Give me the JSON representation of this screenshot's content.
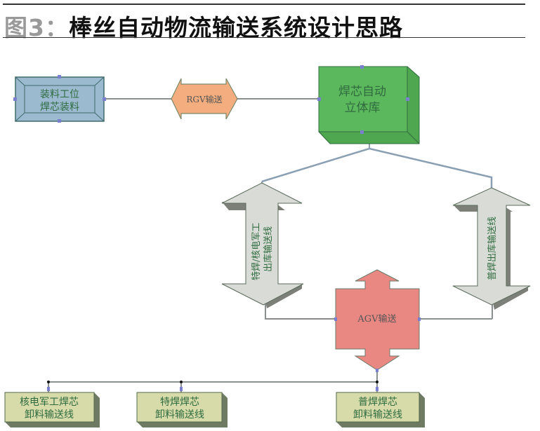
{
  "header": {
    "figure_label": "图3：",
    "title": "棒丝自动物流输送系统设计思路"
  },
  "nodes": {
    "loading_station": {
      "line1": "装料工位",
      "line2": "焊芯装料",
      "color": "#9bbad0"
    },
    "rgv": {
      "label": "RGV输送",
      "color": "#f3ad7e"
    },
    "warehouse": {
      "line1": "焊芯自动",
      "line2": "立体库",
      "color": "#5cb85c"
    },
    "left_conveyor": {
      "line1": "特焊/核电军工",
      "line2": "出库输送线",
      "color": "#d9dcd6"
    },
    "right_conveyor": {
      "label": "普焊出库输送线",
      "color": "#d9dcd6"
    },
    "agv": {
      "label": "AGV输送",
      "color": "#e98882"
    },
    "unload_nuclear": {
      "line1": "核电军工焊芯",
      "line2": "卸料输送线",
      "color": "#d6dba9"
    },
    "unload_special": {
      "line1": "特焊焊芯",
      "line2": "卸料输送线",
      "color": "#d6dba9"
    },
    "unload_general": {
      "line1": "普焊焊芯",
      "line2": "卸料输送线",
      "color": "#d6dba9"
    }
  }
}
